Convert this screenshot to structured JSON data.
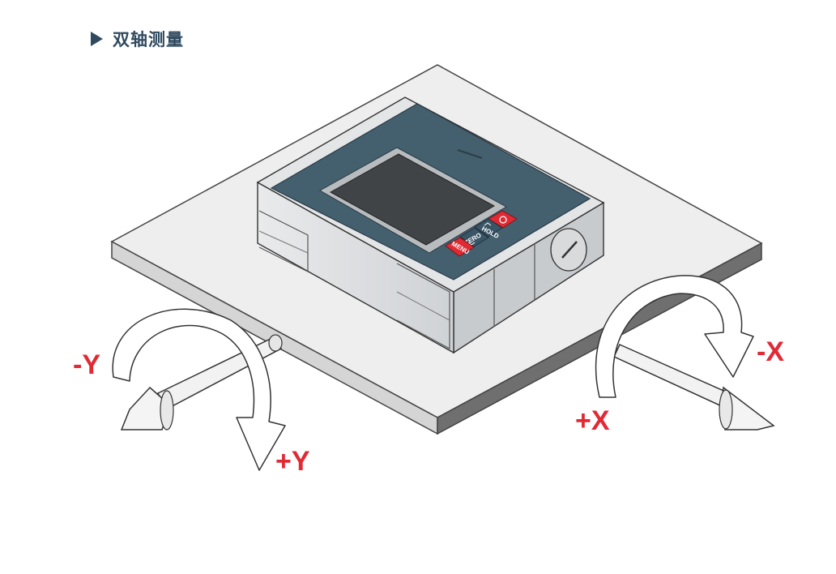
{
  "heading": {
    "title": "双轴测量"
  },
  "device": {
    "keys": {
      "hold": "HOLD",
      "zero": "ZERO",
      "menu": "MENU"
    }
  },
  "axes": {
    "neg_y": "-Y",
    "pos_y": "+Y",
    "pos_x": "+X",
    "neg_x": "-X"
  },
  "colors": {
    "heading": "#2f4a5f",
    "axis_label": "#e12a35",
    "device_top": "#445f6e",
    "screen": "#414447",
    "button_red": "#e02a33",
    "button_dark": "#3a5566"
  },
  "icons": [
    "play-triangle-icon",
    "power-icon",
    "chevron-up-icon",
    "chevron-down-icon"
  ]
}
